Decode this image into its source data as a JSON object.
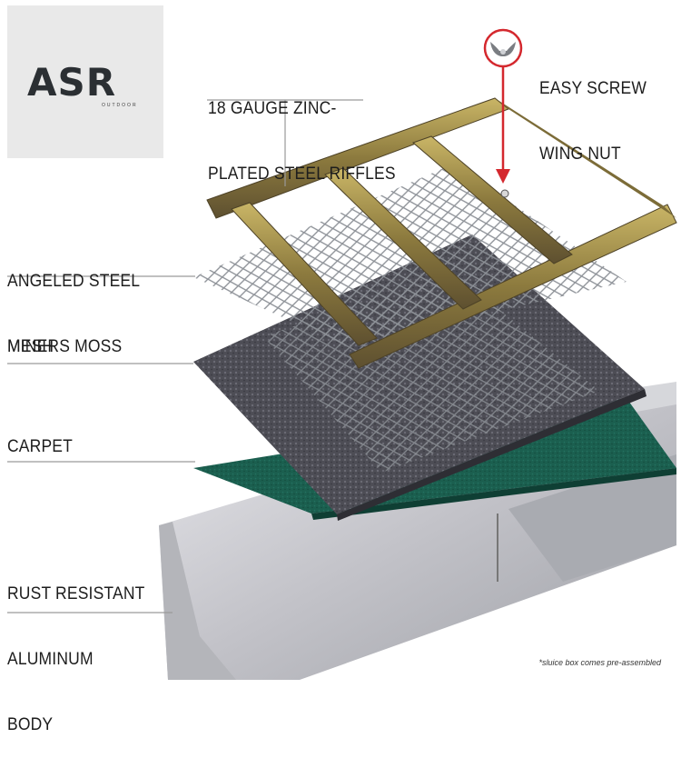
{
  "brand": {
    "logo_text": "ASR",
    "logo_subtext": "OUTDOOR"
  },
  "labels": {
    "riffles": [
      "18 GAUGE ZINC-",
      "PLATED STEEL RIFFLES"
    ],
    "wing_nut": [
      "EASY SCREW",
      "WING NUT"
    ],
    "mesh": [
      "ANGELED STEEL",
      "MESH"
    ],
    "moss": "MINERS MOSS",
    "carpet": "CARPET",
    "body": [
      "RUST RESISTANT",
      "ALUMINUM",
      "BODY"
    ]
  },
  "footnote": "*sluice box comes pre-assembled",
  "colors": {
    "leader_line": "#9a9a9a",
    "arrow": "#d4282e",
    "riffle_metal": "#9a8a4a",
    "moss": "#4a4a52",
    "carpet": "#17594a",
    "aluminum": "#c8c8cc"
  }
}
